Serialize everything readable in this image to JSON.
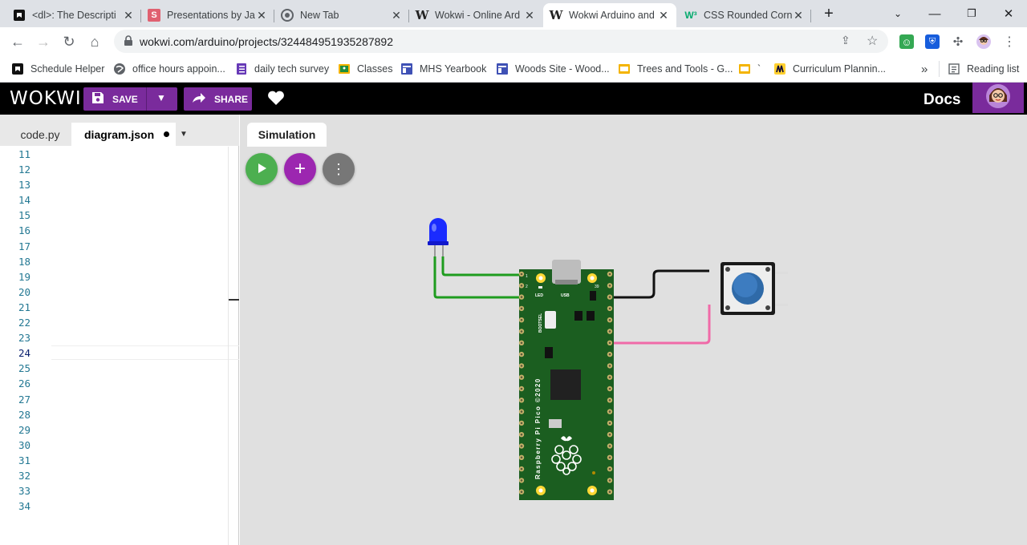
{
  "browser": {
    "tabs": [
      {
        "title": "<dl>: The Descripti",
        "icon": "github-like-icon"
      },
      {
        "title": "Presentations by Ja",
        "icon": "slides-icon"
      },
      {
        "title": "New Tab",
        "icon": "chrome-icon"
      },
      {
        "title": "Wokwi - Online Ard",
        "icon": "wokwi-icon"
      },
      {
        "title": "Wokwi Arduino and",
        "icon": "wokwi-icon"
      },
      {
        "title": "CSS Rounded Corn",
        "icon": "w3schools-icon"
      }
    ],
    "active_tab": 4,
    "url": "wokwi.com/arduino/projects/324484951935287892",
    "bookmarks": [
      {
        "label": "Schedule Helper",
        "color": "#000000"
      },
      {
        "label": "office hours appoin...",
        "color": "#5f6368"
      },
      {
        "label": "daily tech survey",
        "color": "#673ab7"
      },
      {
        "label": "Classes",
        "color": "#f4b400"
      },
      {
        "label": "MHS Yearbook",
        "color": "#3f51b5"
      },
      {
        "label": "Woods Site - Wood...",
        "color": "#3f51b5"
      },
      {
        "label": "Trees and Tools - G...",
        "color": "#f4b400"
      },
      {
        "label": "`",
        "color": "#f4b400"
      },
      {
        "label": "Curriculum Plannin...",
        "color": "#333333"
      }
    ],
    "more_bookmarks": "»",
    "reading_list": "Reading list"
  },
  "wokwi": {
    "logo": "WOKWI",
    "save_label": "SAVE",
    "share_label": "SHARE",
    "docs_label": "Docs"
  },
  "editor": {
    "tabs": [
      {
        "label": "code.py",
        "active": false
      },
      {
        "label": "diagram.json",
        "active": true,
        "modified": true
      }
    ],
    "line_numbers": [
      "11",
      "12",
      "13",
      "14",
      "15",
      "16",
      "17",
      "18",
      "19",
      "20",
      "21",
      "22",
      "23",
      "24",
      "25",
      "26",
      "27",
      "28",
      "29",
      "30",
      "31",
      "32",
      "33",
      "34"
    ],
    "current_line": "24"
  },
  "simulation": {
    "tab_label": "Simulation"
  },
  "board": {
    "pin_top_left": "1",
    "pin_top_left2": "2",
    "pin_top_right": "39",
    "led_label": "LED",
    "usb_label": "USB",
    "bootsel_label": "BOOTSEL",
    "board_text": "Raspberry Pi Pico ©2020"
  },
  "colors": {
    "wokwi_purple": "#7a2b9c",
    "board_green": "#1b5e20",
    "play_green": "#4caf50",
    "add_purple": "#9c27b0",
    "menu_gray": "#777777",
    "wire_green": "#1e9c1e",
    "wire_black": "#111111",
    "wire_pink": "#f06aa8",
    "led_blue": "#1a2bff",
    "button_blue": "#2f6aa8"
  }
}
